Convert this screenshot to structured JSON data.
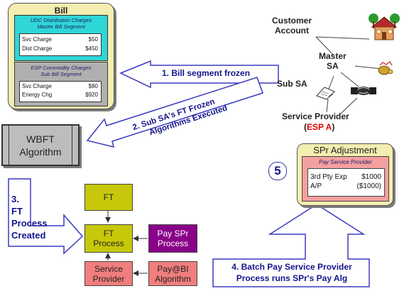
{
  "bill": {
    "title": "Bill",
    "udc_segment": {
      "header_line1": "UDC Distribution Charges",
      "header_line2": "Master Bill Segment",
      "charges": [
        {
          "label": "Svc Charge",
          "amount": "$50"
        },
        {
          "label": "Dist Charge",
          "amount": "$450"
        }
      ]
    },
    "esp_segment": {
      "header_line1": "ESP Commodity Charges",
      "header_line2": "Sub Bill Segment",
      "charges": [
        {
          "label": "Svc Charge",
          "amount": "$80"
        },
        {
          "label": "Energy Chg",
          "amount": "$920"
        }
      ]
    }
  },
  "steps": {
    "step1": "1. Bill segment frozen",
    "step2_line1": "2. Sub SA's FT Frozen",
    "step2_line2": "Algorithms Executed",
    "step3_line1": "3.",
    "step3_line2": "FT",
    "step3_line3": "Process",
    "step3_line4": "Created",
    "step4_line1": "4. Batch Pay Service Provider",
    "step4_line2": "Process runs SPr's Pay Alg",
    "step5": "5"
  },
  "boxes": {
    "wbft_line1": "WBFT",
    "wbft_line2": "Algorithm",
    "ft": "FT",
    "ft_process_line1": "FT",
    "ft_process_line2": "Process",
    "service_provider_line1": "Service",
    "service_provider_line2": "Provider",
    "pay_spr_line1": "Pay SPr",
    "pay_spr_line2": "Process",
    "pay_bi_line1": "Pay@BI",
    "pay_bi_line2": "Algorithm"
  },
  "entities": {
    "customer_line1": "Customer",
    "customer_line2": "Account",
    "master_sa_line1": "Master",
    "master_sa_line2": "SA",
    "sub_sa": "Sub SA",
    "service_provider": "Service Provider",
    "esp_open": "(",
    "esp": "ESP A",
    "esp_close": ")"
  },
  "spr_adjustment": {
    "title": "SPr Adjustment",
    "box_title": "Pay Service Provider",
    "lines": [
      {
        "label": "3rd Pty Exp",
        "amount": "$1000"
      },
      {
        "label": "A/P",
        "amount": "($1000)"
      }
    ]
  },
  "colors": {
    "arrow_text": "#14148c",
    "esp_highlight": "#e00000",
    "bill_bg": "#f4eeb0",
    "udc_segment": "#2fd6d6",
    "esp_segment": "#b0b0b0",
    "ft": "#c7c80a",
    "service_provider": "#f07e7e",
    "pay_spr": "#890089"
  },
  "icons": [
    "house-icon",
    "handshake-icon",
    "document-icon",
    "money-icon"
  ]
}
